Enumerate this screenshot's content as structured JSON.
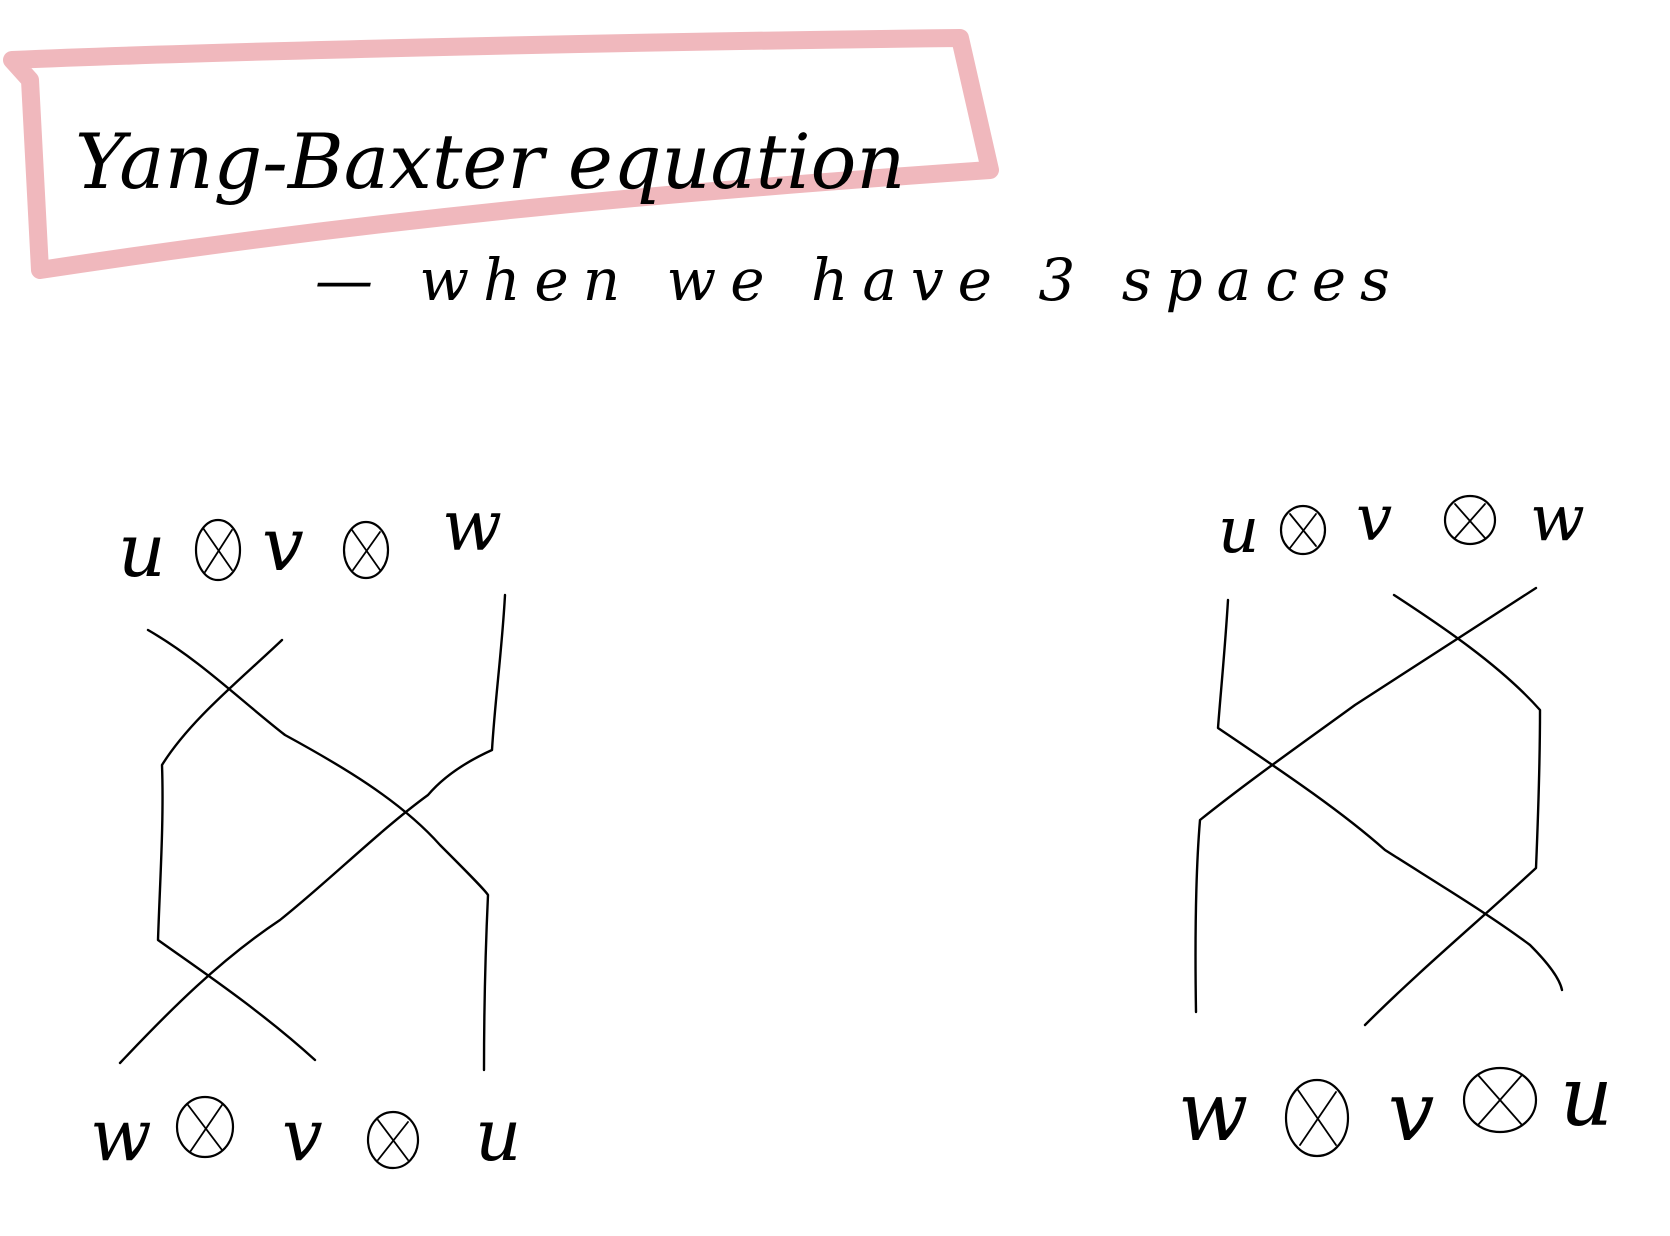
{
  "title": {
    "text": "Yang-Baxter equation",
    "highlight_color": "#f0b8bd"
  },
  "subtitle": {
    "text": "— when we have 3 spaces"
  },
  "colors": {
    "ink": "#000000",
    "background": "#ffffff"
  },
  "diagrams": {
    "left": {
      "top_labels": [
        "u",
        "v",
        "w"
      ],
      "bottom_labels": [
        "w",
        "v",
        "u"
      ],
      "tensor_symbol": "⊗"
    },
    "right": {
      "top_labels": [
        "u",
        "v",
        "w"
      ],
      "bottom_labels": [
        "w",
        "v",
        "u"
      ],
      "tensor_symbol": "⊗"
    }
  }
}
